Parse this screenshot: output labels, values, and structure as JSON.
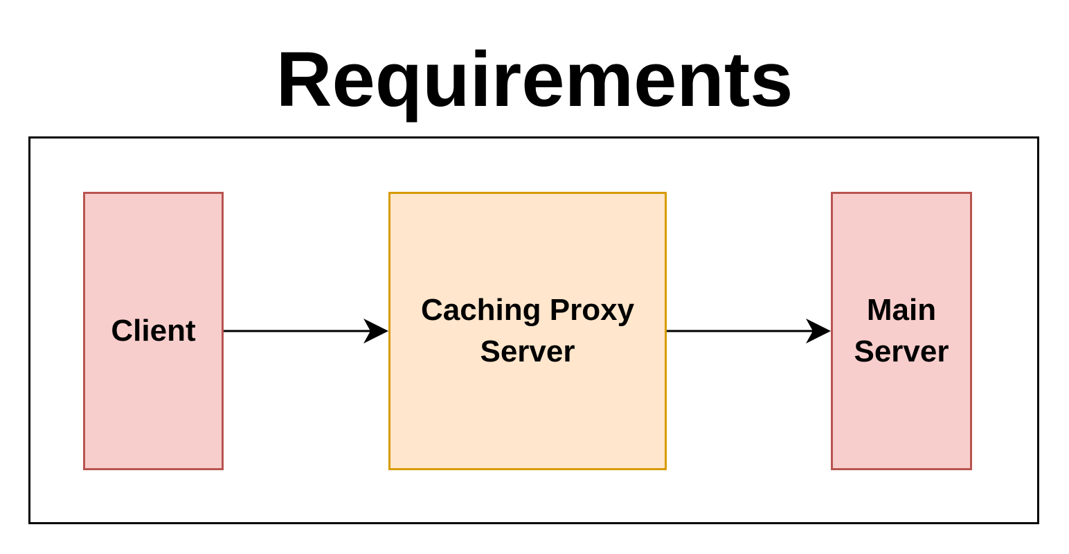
{
  "title": "Requirements",
  "nodes": {
    "client": {
      "label": "Client",
      "fill": "#f8cecc",
      "stroke": "#b85450"
    },
    "proxy": {
      "label": "Caching Proxy\nServer",
      "fill": "#ffe6cc",
      "stroke": "#d79b00"
    },
    "main_server": {
      "label": "Main\nServer",
      "fill": "#f8cecc",
      "stroke": "#b85450"
    }
  },
  "edges": [
    {
      "from": "client",
      "to": "proxy"
    },
    {
      "from": "proxy",
      "to": "main_server"
    }
  ],
  "colors": {
    "line": "#000000",
    "background": "#ffffff"
  }
}
